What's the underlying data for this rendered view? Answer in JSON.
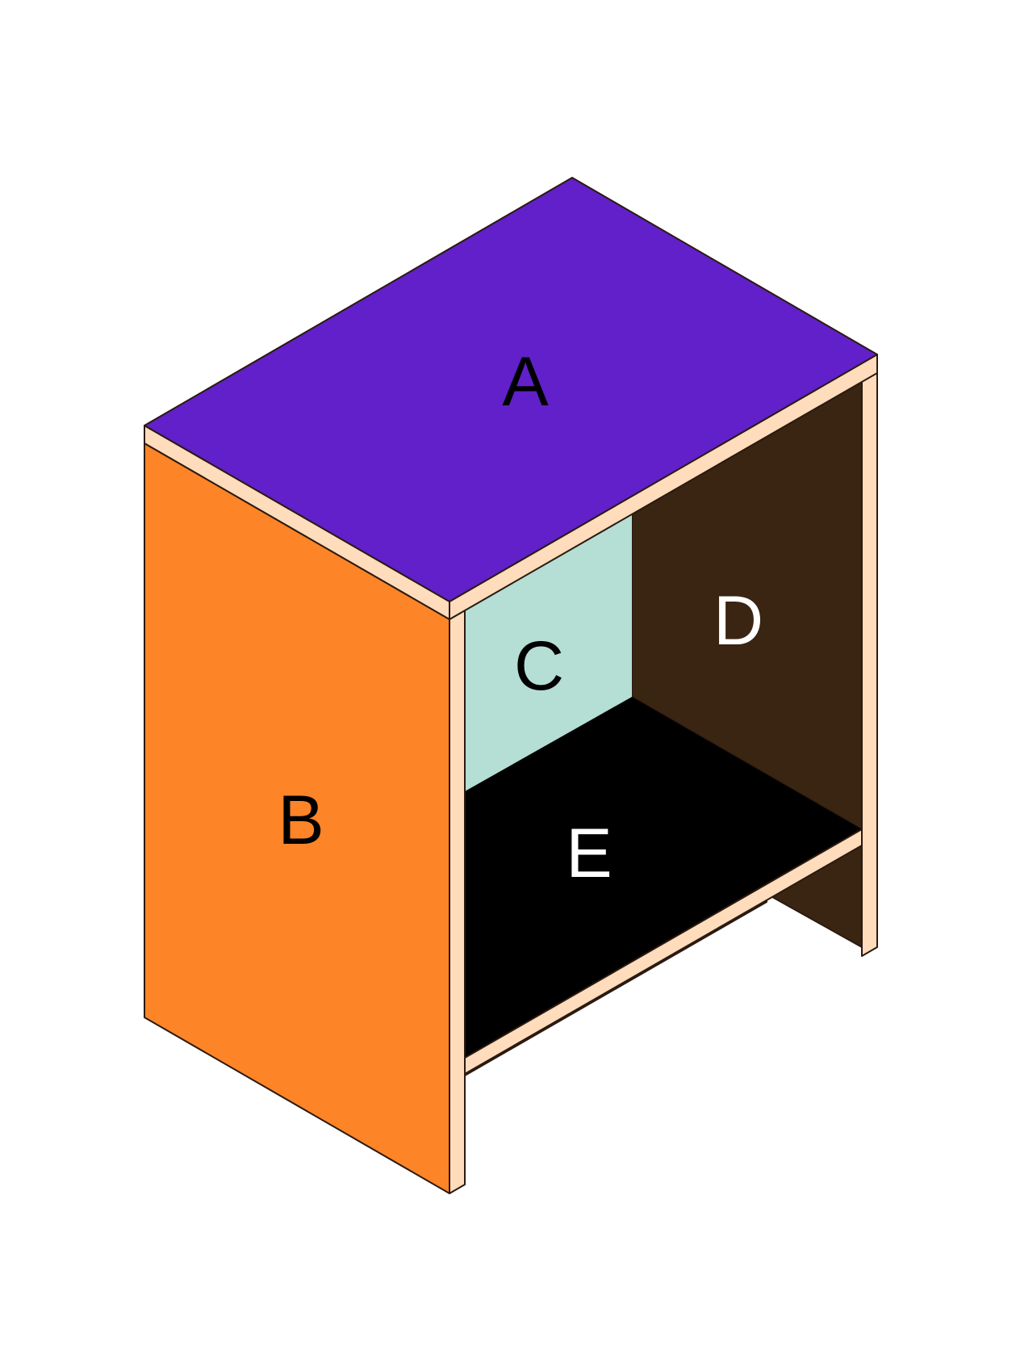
{
  "panels": {
    "top": {
      "label": "A",
      "color": "#6120c9",
      "label_color": "#000000"
    },
    "left_side": {
      "label": "B",
      "color": "#fd8427",
      "label_color": "#000000"
    },
    "back_left": {
      "label": "C",
      "color": "#b5ded5",
      "label_color": "#000000"
    },
    "back_right": {
      "label": "D",
      "color": "#3a2412",
      "label_color": "#ffffff"
    },
    "shelf": {
      "label": "E",
      "color": "#000000",
      "label_color": "#ffffff"
    }
  },
  "edge_color": "#ffdcbc"
}
